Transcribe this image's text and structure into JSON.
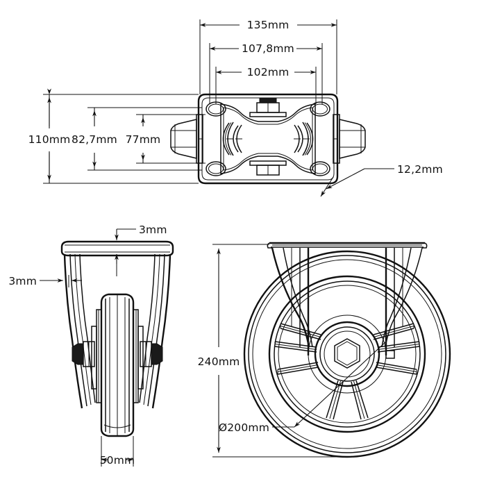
{
  "drawing": {
    "title": "Fixed Caster Wheel Technical Drawing",
    "background_color": "#ffffff",
    "line_color": "#111111",
    "units": "mm"
  },
  "views": {
    "top": {
      "name": "top-plate-view"
    },
    "front": {
      "name": "front-elevation-view"
    },
    "side": {
      "name": "side-wheel-view"
    }
  },
  "dimensions": {
    "plate_width_overall": "135mm",
    "bolt_hole_span_outer": "107,8mm",
    "bolt_hole_span_inner": "102mm",
    "plate_depth_overall": "110mm",
    "plate_depth_outer": "82,7mm",
    "plate_depth_inner": "77mm",
    "plate_thickness": "12,2mm",
    "fork_top_gap": "3mm",
    "fork_wall": "3mm",
    "wheel_tread_width": "50mm",
    "overall_height": "240mm",
    "wheel_diameter": "Ø200mm"
  }
}
